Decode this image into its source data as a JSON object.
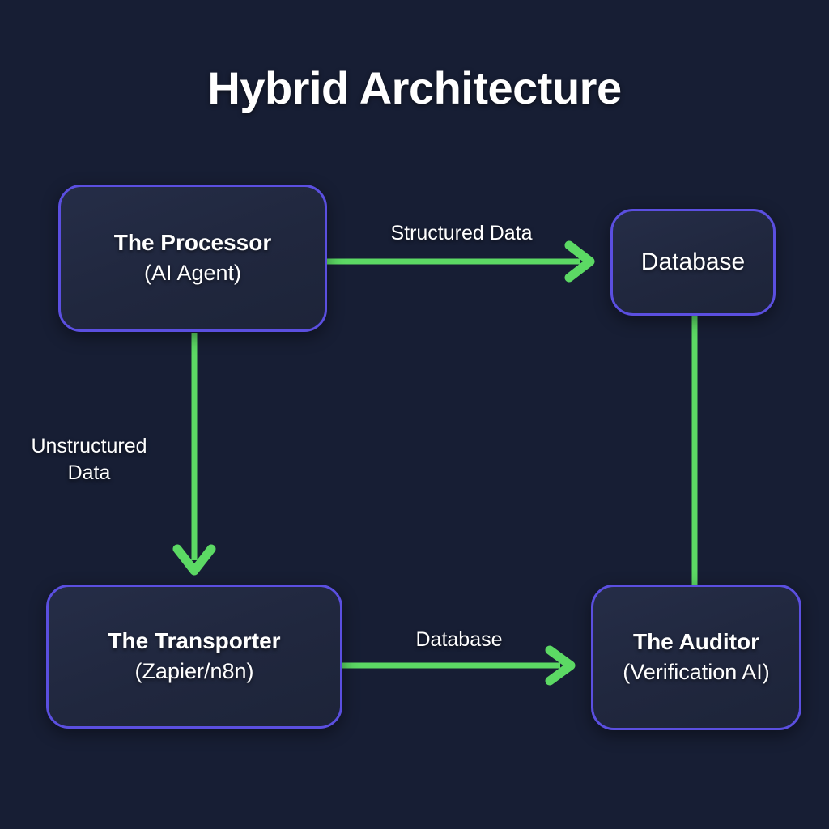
{
  "diagram": {
    "title": "Hybrid Architecture",
    "type": "flowchart",
    "background_color": "#171e34",
    "node_border_color": "#5b4fe0",
    "node_fill_color": "#232b44",
    "edge_color": "#5cd964",
    "text_color": "#ffffff",
    "nodes": [
      {
        "id": "processor",
        "title": "The Processor",
        "subtitle": "(AI Agent)",
        "position": "top-left"
      },
      {
        "id": "database",
        "title": "Database",
        "subtitle": "",
        "position": "top-right"
      },
      {
        "id": "transporter",
        "title": "The Transporter",
        "subtitle": "(Zapier/n8n)",
        "position": "bottom-left"
      },
      {
        "id": "auditor",
        "title": "The Auditor",
        "subtitle": "(Verification AI)",
        "position": "bottom-right"
      }
    ],
    "edges": [
      {
        "id": "processor-to-database",
        "from": "processor",
        "to": "database",
        "label": "Structured Data",
        "direction": "right",
        "arrowhead": true
      },
      {
        "id": "processor-to-transporter",
        "from": "processor",
        "to": "transporter",
        "label": "Unstructured\nData",
        "direction": "down",
        "arrowhead": true
      },
      {
        "id": "transporter-to-auditor",
        "from": "transporter",
        "to": "auditor",
        "label": "Database",
        "direction": "right",
        "arrowhead": true
      },
      {
        "id": "database-to-auditor",
        "from": "database",
        "to": "auditor",
        "label": "",
        "direction": "down",
        "arrowhead": false
      }
    ]
  }
}
